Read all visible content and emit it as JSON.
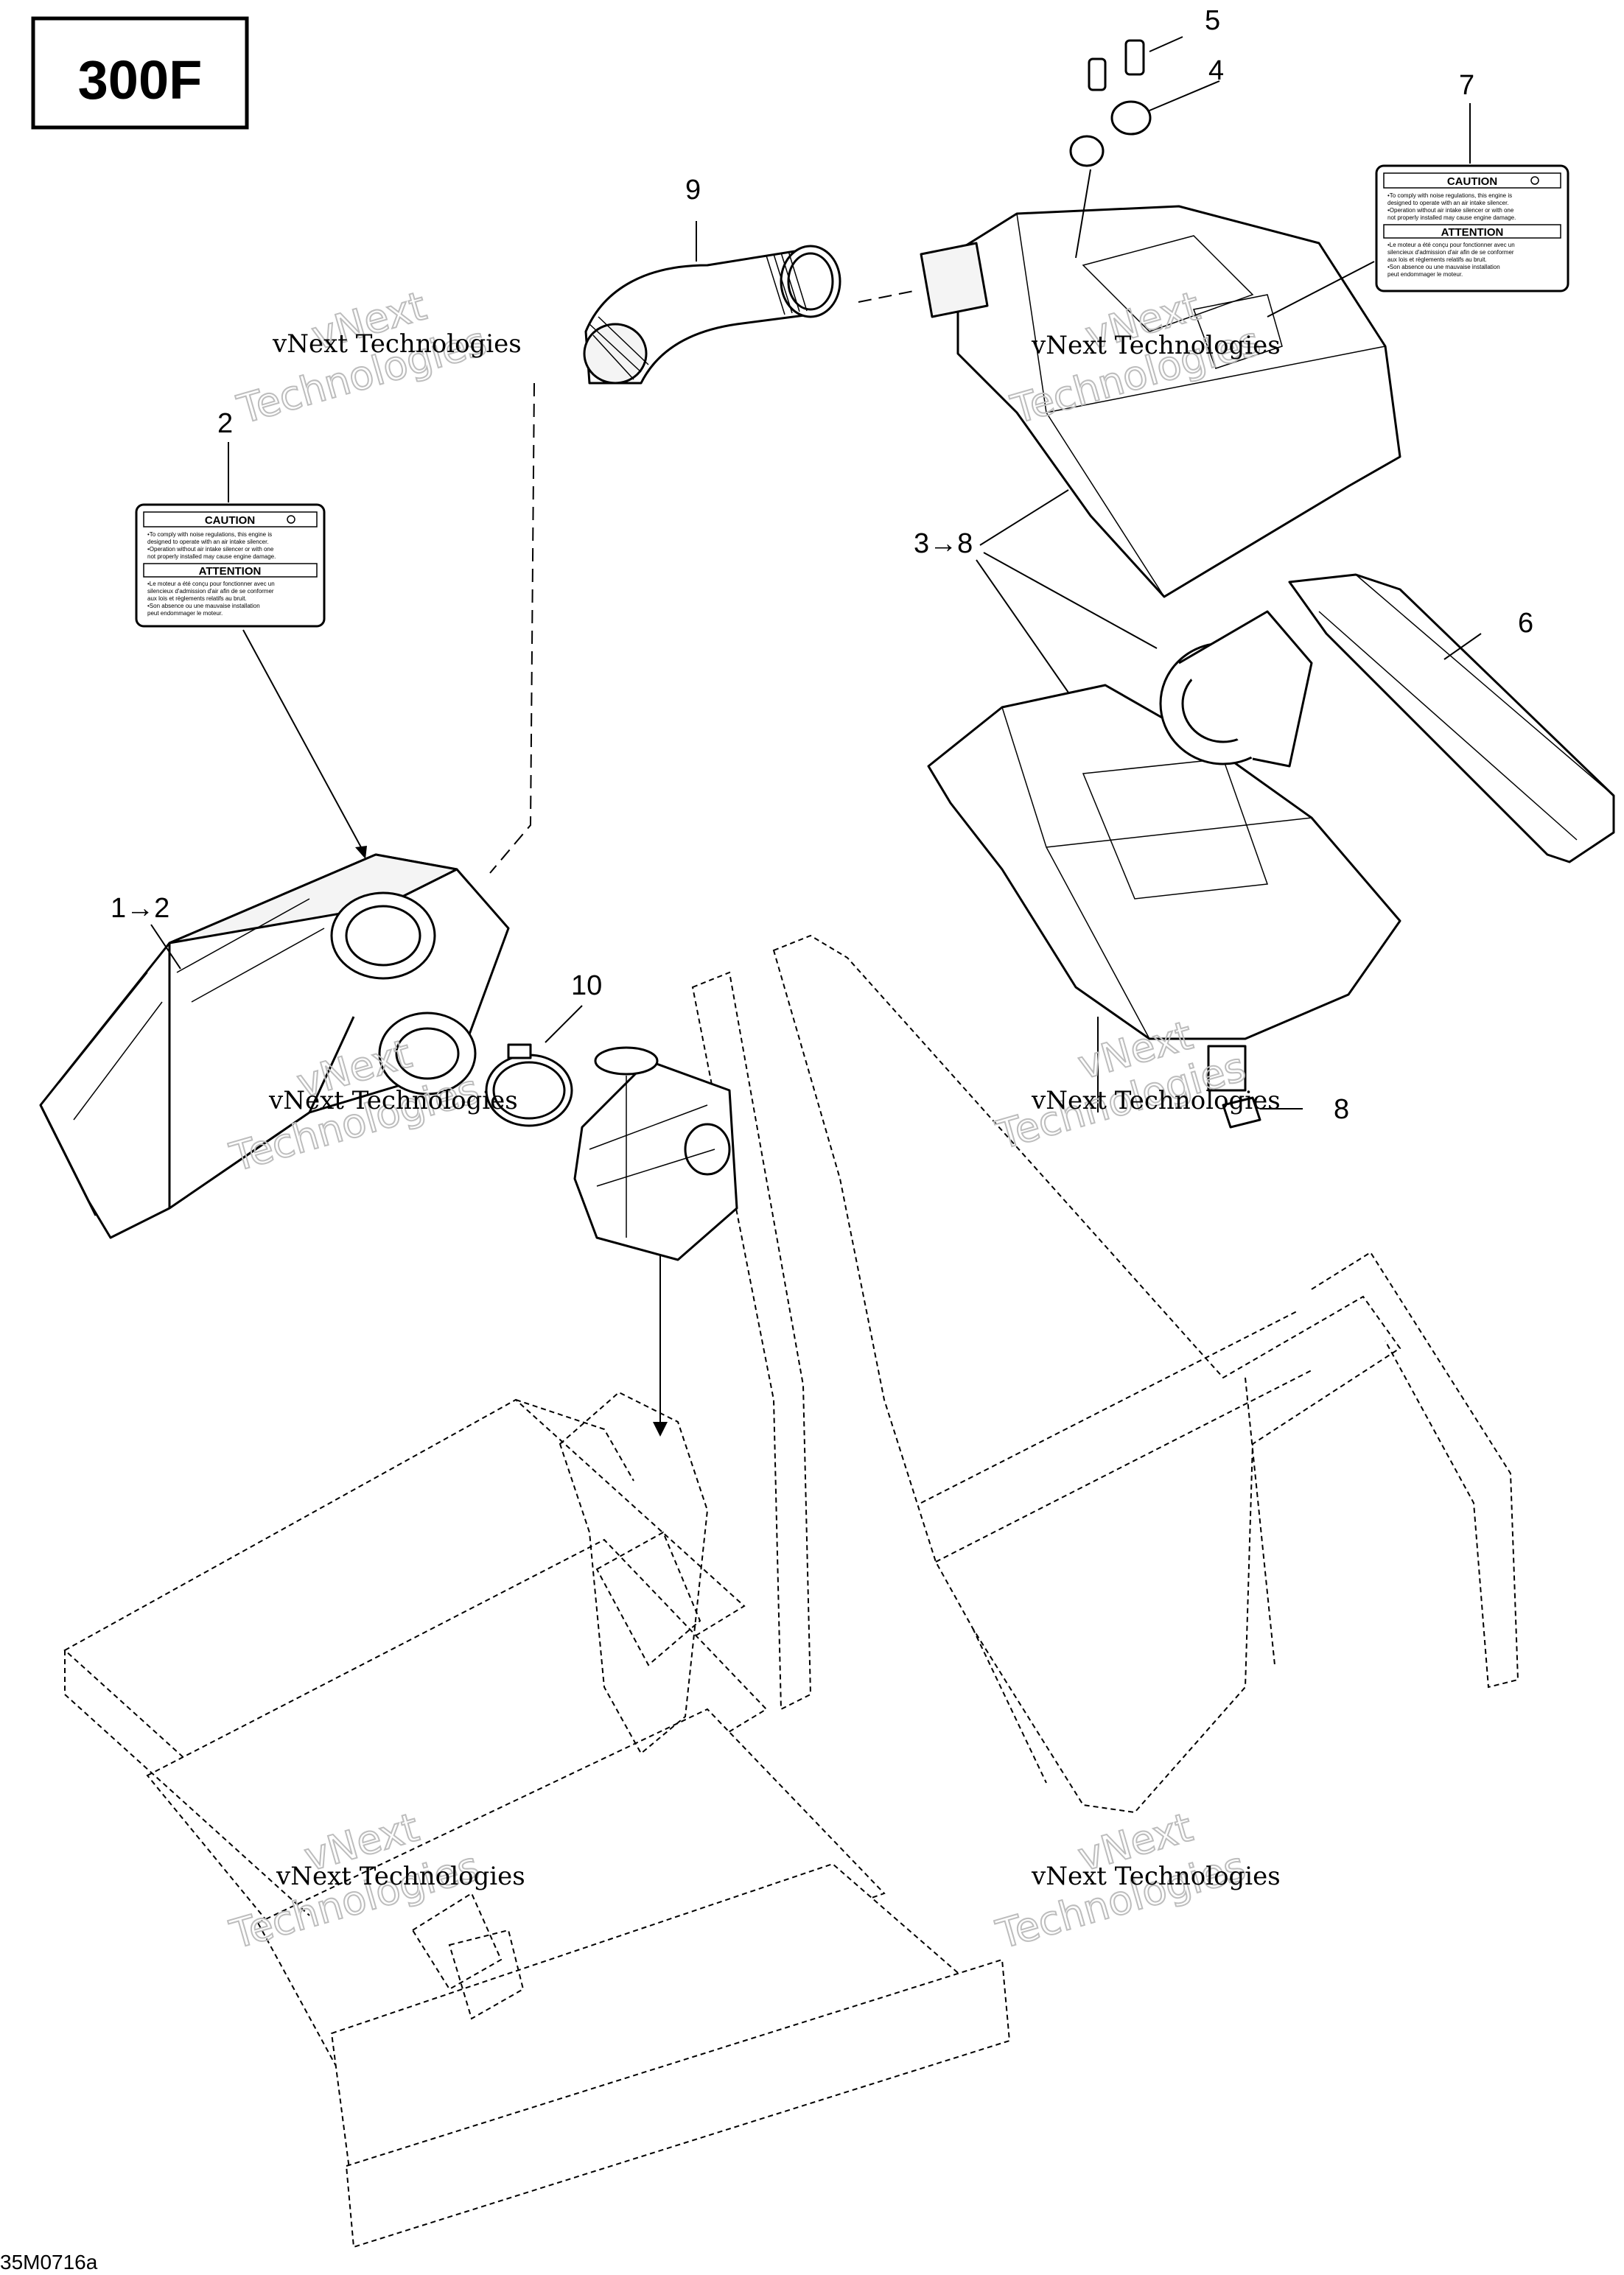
{
  "title": "300F",
  "drawing_number": "35M0716a",
  "callouts": [
    "1→2",
    "2",
    "3→8",
    "4",
    "5",
    "6",
    "7",
    "8",
    "9",
    "10"
  ],
  "labels": {
    "left": {
      "caution": "CAUTION",
      "caution_lines": [
        "•To comply with noise regulations, this engine is",
        "designed to operate with an air intake silencer.",
        "•Operation without air intake silencer or with one",
        "not properly installed may cause engine damage."
      ],
      "attention": "ATTENTION",
      "attention_lines": [
        "•Le moteur a été conçu pour fonctionner avec un",
        "silencieux d'admission d'air afin de se conformer",
        "aux lois et règlements relatifs au bruit.",
        "•Son absence ou une mauvaise installation",
        "peut endommager le moteur."
      ]
    },
    "right": {
      "caution": "CAUTION",
      "caution_lines": [
        "•To comply with noise regulations, this engine is",
        "designed to operate with an air intake silencer.",
        "•Operation without air intake silencer or with one",
        "not properly installed may cause engine damage."
      ],
      "attention": "ATTENTION",
      "attention_lines": [
        "•Le moteur a été conçu pour fonctionner avec un",
        "silencieux d'admission d'air afin de se conformer",
        "aux lois et règlements relatifs au bruit.",
        "•Son absence ou une mauvaise installation",
        "peut endommager le moteur."
      ]
    }
  },
  "watermark": {
    "line1": "vNext Technologies",
    "line2a": "vNext",
    "line2b": "Technologies"
  }
}
